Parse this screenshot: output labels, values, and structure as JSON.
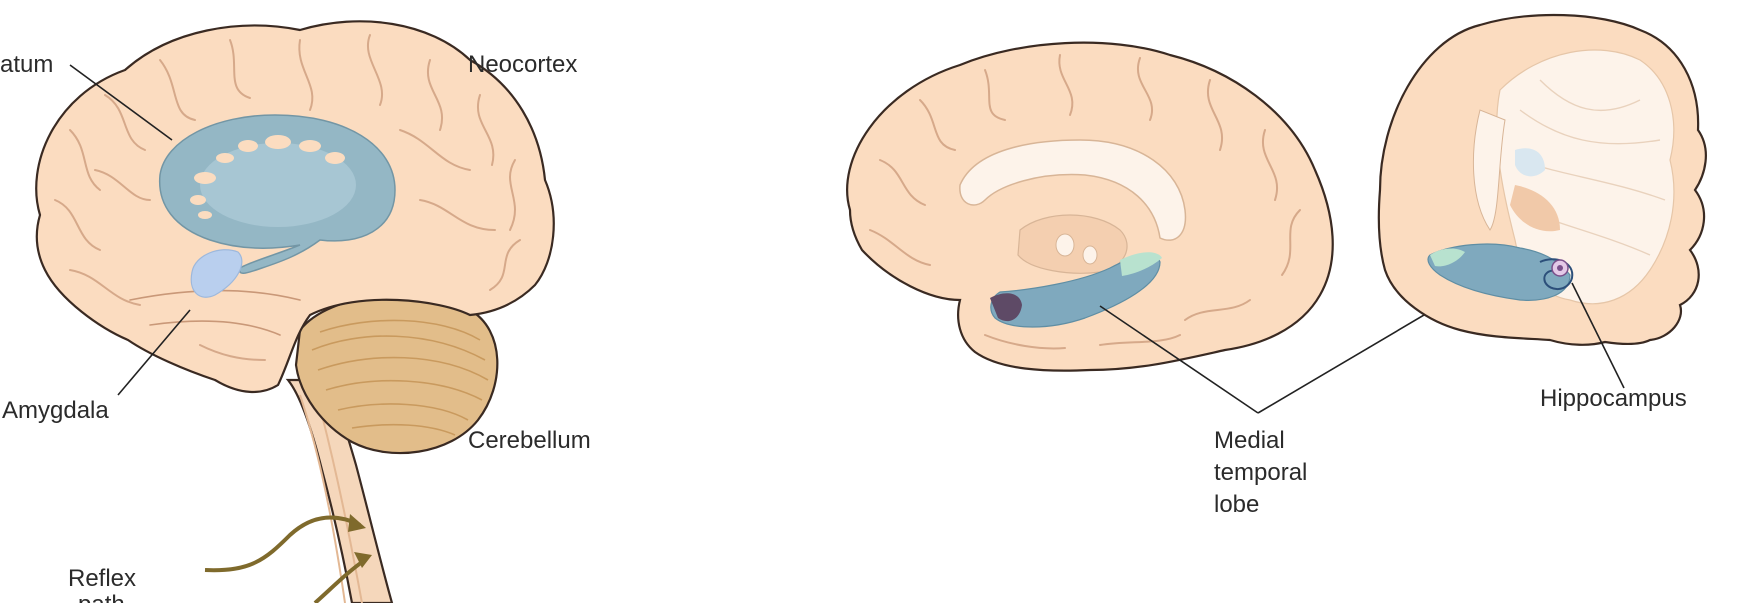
{
  "figure": {
    "labels": {
      "striatum": "atum",
      "neocortex": "Neocortex",
      "amygdala": "Amygdala",
      "cerebellum": "Cerebellum",
      "reflex_line1": "Reflex",
      "reflex_line2": "path",
      "mtl_line1": "Medial",
      "mtl_line2": "temporal",
      "mtl_line3": "lobe",
      "hippocampus": "Hippocampus"
    },
    "colors": {
      "cortex": "#fbdcc0",
      "cortex_shadow": "#f2c7a5",
      "striatum": "#8fb6c6",
      "amygdala": "#b9cfee",
      "cerebellum": "#e2bd8a",
      "brainstem": "#f5d7bb",
      "hippocampus": "#7fa9be",
      "arrow": "#7f6a2c",
      "white_matter": "#fdf3ea"
    }
  }
}
